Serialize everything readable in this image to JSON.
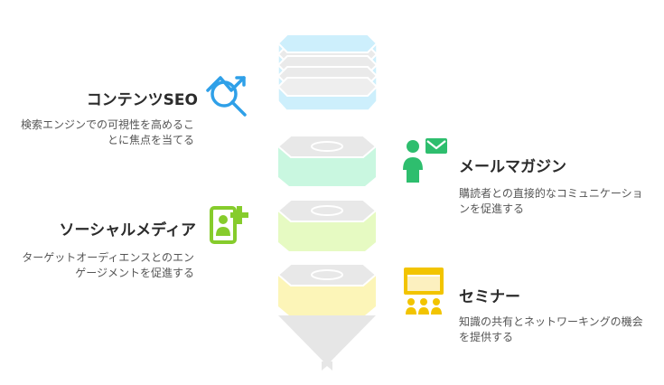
{
  "stages": [
    {
      "title": "コンテンツSEO",
      "description": "検索エンジンでの可視性を高めることに焦点を当てる",
      "color": "#CDEFFC",
      "icon": "seo-magnifier-chart-icon"
    },
    {
      "title": "メールマガジン",
      "description": "購読者との直接的なコミュニケーションを促進する",
      "color": "#C9F7E0",
      "icon": "person-mail-icon"
    },
    {
      "title": "ソーシャルメディア",
      "description": "ターゲットオーディエンスとのエンゲージメントを促進する",
      "color": "#E6FAC2",
      "icon": "add-contact-icon"
    },
    {
      "title": "セミナー",
      "description": "知識の共有とネットワーキングの機会を提供する",
      "color": "#FCF5B8",
      "icon": "presentation-audience-icon"
    }
  ],
  "colors": {
    "seo_icon": "#2FA0E8",
    "mail_icon": "#2EBE6E",
    "social_icon": "#86CC2C",
    "seminar_icon": "#F2C400",
    "funnel_gray": "#E6E6E6",
    "title_text": "#2B2B2B",
    "desc_text": "#555555"
  }
}
